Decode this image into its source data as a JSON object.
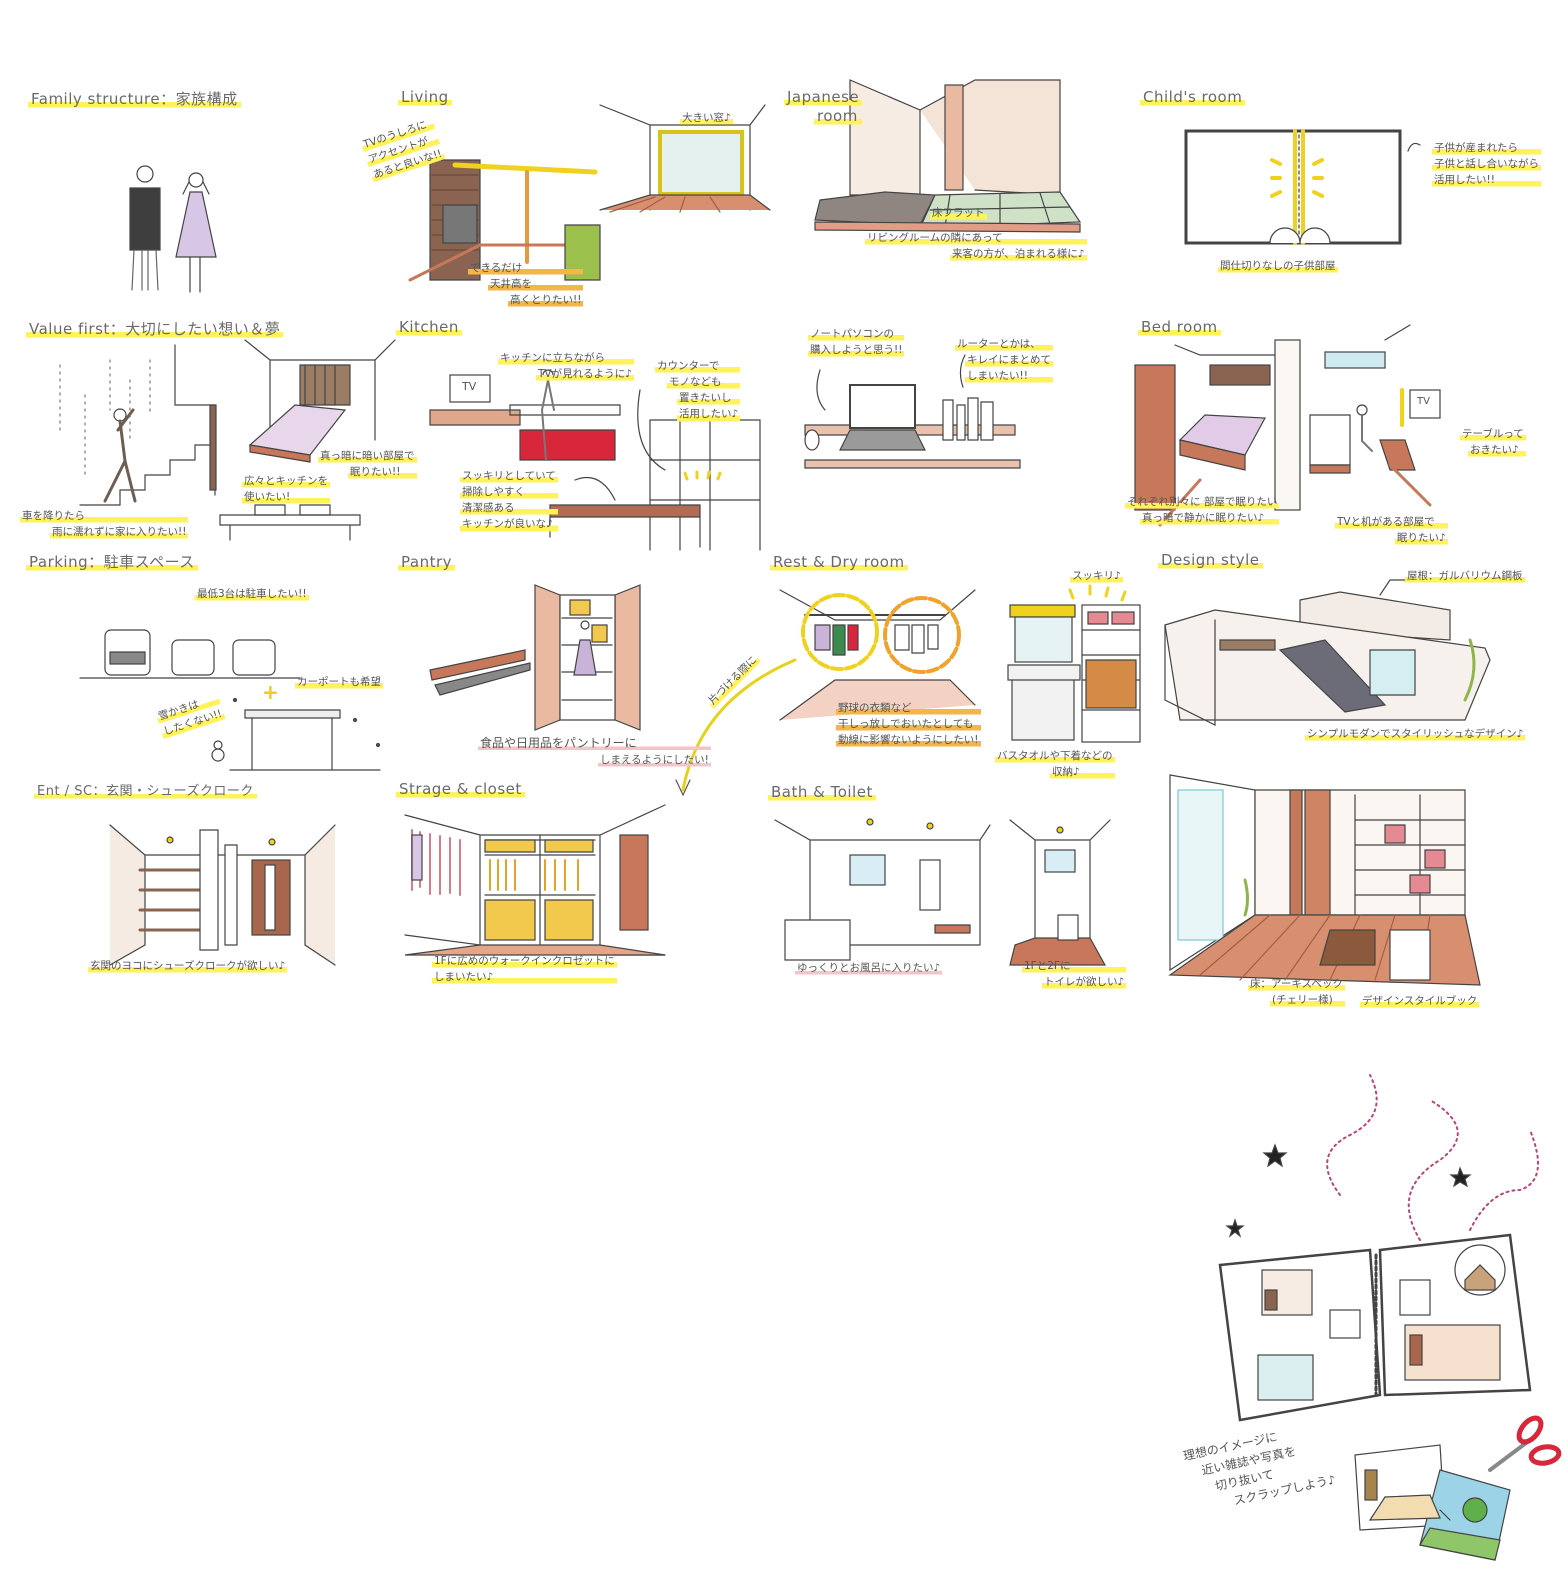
{
  "family": {
    "title": "Family structure：家族構成"
  },
  "living": {
    "title": "Living",
    "note_tv": [
      "TVのうしろに",
      "アクセントが",
      "あると良いな!!"
    ],
    "note_window": "大きい窓♪",
    "note_ceiling": [
      "できるだけ",
      "天井高を",
      "高くとりたい!!"
    ]
  },
  "japanese": {
    "title": [
      "Japanese",
      "room"
    ],
    "note_floor": "床フラット",
    "note_main": [
      "リビングルームの隣にあって",
      "来客の方が、泊まれる様に♪"
    ]
  },
  "child": {
    "title": "Child's room",
    "note_side": [
      "子供が産まれたら",
      "子供と話し合いながら",
      "活用したい!!"
    ],
    "note_main": "間仕切りなしの子供部屋"
  },
  "value": {
    "title": "Value first：大切にしたい想い＆夢",
    "note_rain": [
      "車を降りたら",
      "雨に濡れずに家に入りたい!!"
    ],
    "note_dark": [
      "真っ暗に暗い部屋で",
      "眠りたい!!"
    ],
    "note_kitchen": [
      "広々とキッチンを",
      "使いたい!"
    ]
  },
  "kitchen": {
    "title": "Kitchen",
    "note_tv": [
      "キッチンに立ちながら",
      "TVが見れるように♪"
    ],
    "tv_label": "TV",
    "note_counter": [
      "カウンターで",
      "モノなども",
      "置きたいし",
      "活用したい♪"
    ],
    "note_clean": [
      "スッキリとしていて",
      "掃除しやすく",
      "清潔感ある",
      "キッチンが良いな♪"
    ]
  },
  "pc": {
    "note_laptop": [
      "ノートパソコンの",
      "購入しようと思う!!"
    ],
    "note_router": [
      "ルーターとかは、",
      "キレイにまとめて",
      "しまいたい!!"
    ]
  },
  "bedroom": {
    "title": "Bed room",
    "tv_label": "TV",
    "note_table": [
      "テーブルって",
      "おきたい♪"
    ],
    "note_separate": [
      "それぞれ別々に 部屋で眠りたい",
      "真っ暗で静かに眠りたい♪"
    ],
    "note_tv": [
      "TVと机がある部屋で",
      "眠りたい♪"
    ]
  },
  "parking": {
    "title": "Parking：駐車スペース",
    "note_cars": "最低3台は駐車したい!!",
    "note_carport": "カーポートも希望",
    "plus": "+",
    "note_snow": [
      "雪かきは",
      "したくない!!"
    ]
  },
  "pantry": {
    "title": "Pantry",
    "note_main": [
      "食品や日用品をパントリーに",
      "しまえるようにしたい!"
    ],
    "arrow_note": "片づける際に"
  },
  "rest": {
    "title": "Rest & Dry room",
    "note_clothes": [
      "野球の衣類など",
      "干しっ放しでおいたとしても",
      "動線に影響ないようにしたい!"
    ],
    "note_tidy": "スッキリ♪",
    "note_storage": [
      "バスタオルや下着などの",
      "収納♪"
    ]
  },
  "design": {
    "title": "Design style",
    "note_roof": "屋根：ガルバリウム鋼板",
    "note_style": "シンプルモダンでスタイリッシュなデザイン♪",
    "note_floor": [
      "床：アーキスペック",
      "(チェリー様)"
    ],
    "note_book": "デザインスタイルブック"
  },
  "entrance": {
    "title": "Ent / SC：玄関・シューズクローク",
    "note_main": "玄関のヨコにシューズクロークが欲しい♪"
  },
  "storage": {
    "title": "Strage & closet",
    "note_main": [
      "1Fに広めのウォークインクロゼットに",
      "しまいたい♪"
    ]
  },
  "bath": {
    "title": "Bath & Toilet",
    "note_bath": "ゆっくりとお風呂に入りたい♪",
    "note_toilet": [
      "1Fと2Fに",
      "トイレが欲しい♪"
    ]
  },
  "scrap": {
    "note": [
      "理想のイメージに",
      "近い雑誌や写真を",
      "切り抜いて",
      "スクラップしよう♪"
    ]
  },
  "colors": {
    "highlight": "#fff25a",
    "orange": "#f5b548",
    "wood": "#c8785a",
    "purple": "#c9b3d9",
    "red": "#d8263a",
    "green": "#8fb54a"
  }
}
